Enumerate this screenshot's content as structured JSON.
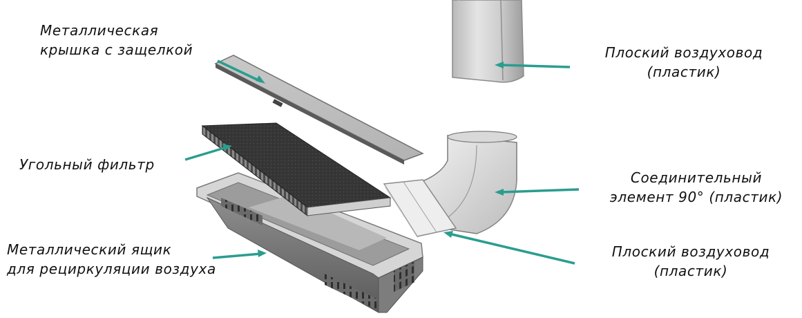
{
  "labels": {
    "cover": [
      "Металлическая",
      "крышка с защелкой"
    ],
    "filter": [
      "Угольный фильтр"
    ],
    "box": [
      "Металлический ящик",
      "для рециркуляции воздуха"
    ],
    "duct_top": [
      "Плоский воздуховод",
      "(пластик)"
    ],
    "elbow": [
      "Соединительный",
      "элемент 90° (пластик)"
    ],
    "duct_bottom": [
      "Плоский воздуховод",
      "(пластик)"
    ]
  },
  "colors": {
    "arrow": "#2a9d8f",
    "metal_light": "#d4d4d4",
    "metal_mid": "#a9a9a9",
    "metal_dark": "#5e5e5e",
    "filter_dark": "#3a3a3a",
    "plastic": "#e8e8e8"
  }
}
